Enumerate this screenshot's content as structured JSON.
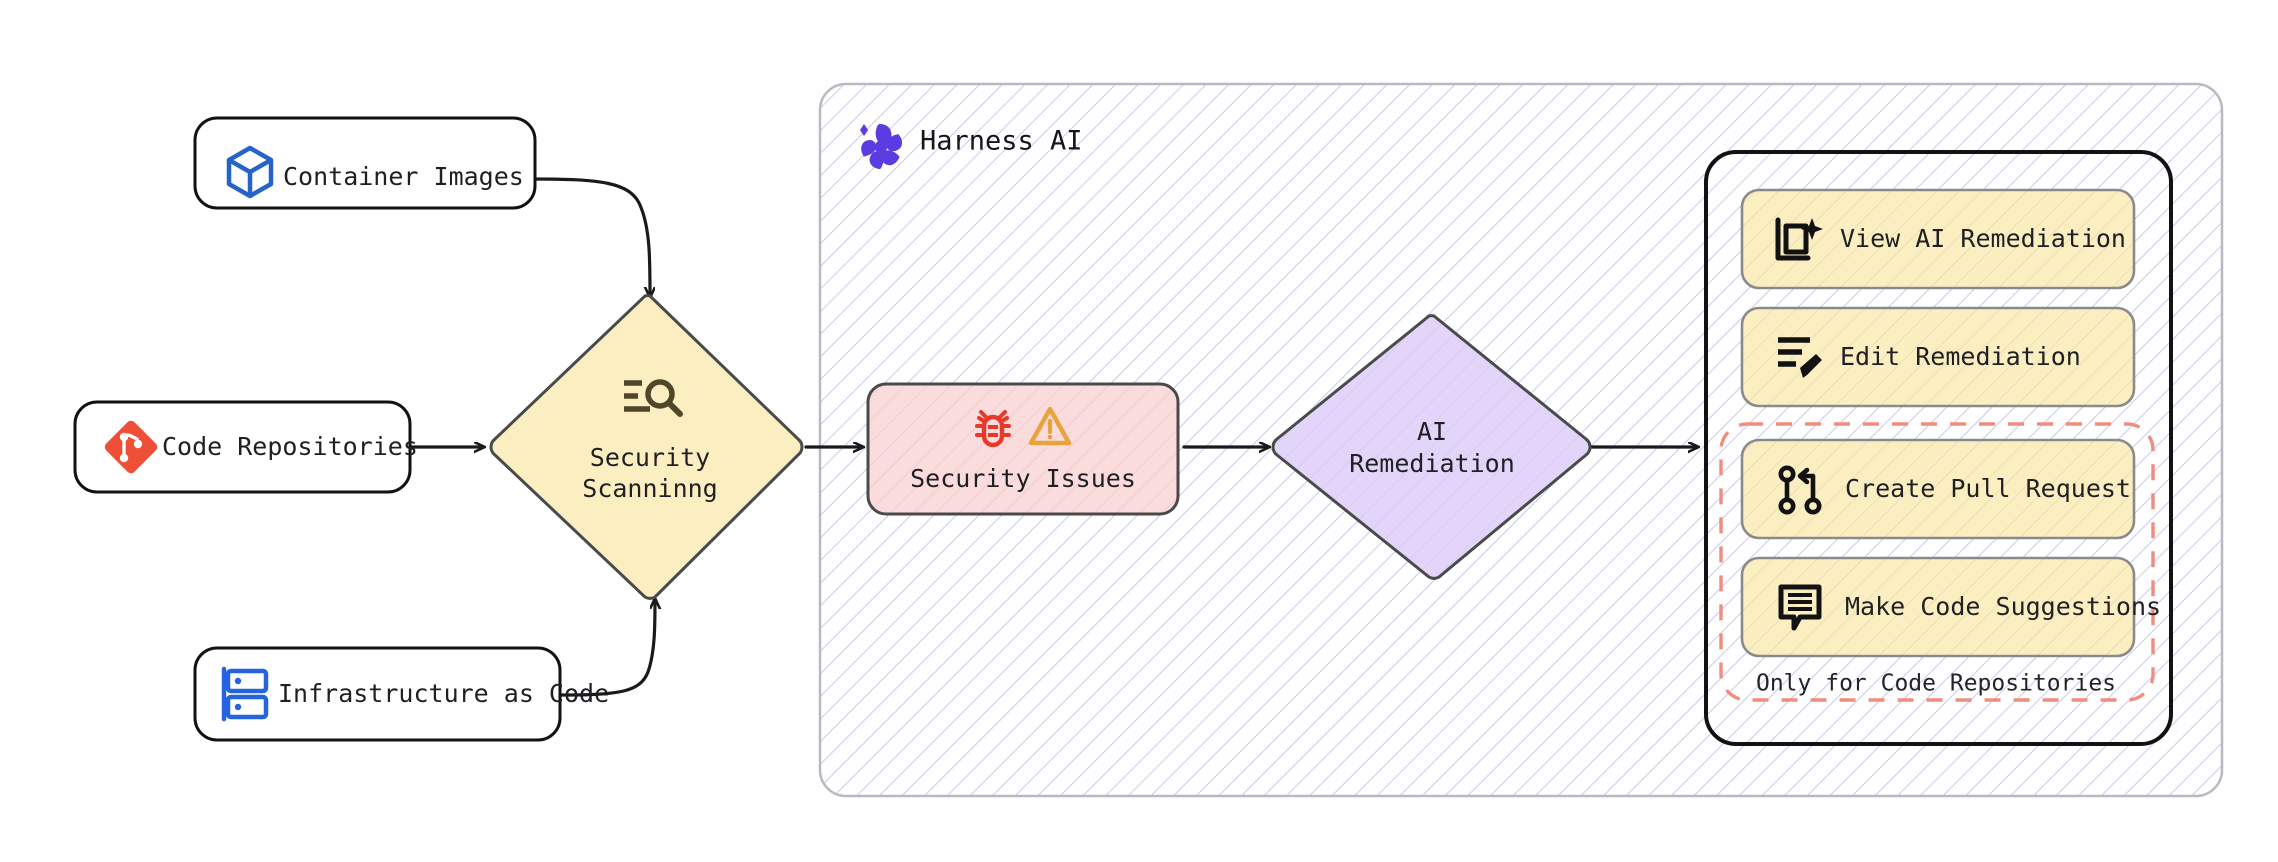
{
  "diagram": {
    "type": "flowchart",
    "direction": "left-to-right",
    "background": "#ffffff"
  },
  "sources": [
    {
      "id": "container-images",
      "label": "Container Images",
      "icon": "cube-icon",
      "icon_color": "#2563c9"
    },
    {
      "id": "code-repositories",
      "label": "Code Repositories",
      "icon": "git-icon",
      "icon_color": "#ef4f36"
    },
    {
      "id": "infrastructure-as-code",
      "label": "Infrastructure as Code",
      "icon": "server-stack-icon",
      "icon_color": "#2563e0"
    }
  ],
  "scanning": {
    "id": "security-scanning",
    "label_line1": "Security",
    "label_line2": "Scanninng",
    "icon": "document-search-icon",
    "icon_color": "#4f4729",
    "fill": "#fbefc2",
    "stroke": "#4a4a4a"
  },
  "harness": {
    "title": "Harness AI",
    "logo": "harness-pinwheel-logo",
    "logo_color": "#5b3ce0",
    "border": "#b9b9c4",
    "hatch_color": "#c9c9e8"
  },
  "issues": {
    "id": "security-issues",
    "label": "Security Issues",
    "icons": [
      "bug-icon",
      "warning-triangle-icon"
    ],
    "bug_color": "#e8382a",
    "warning_color": "#e8a33d",
    "fill": "#fadcdc",
    "stroke": "#4a4a4a"
  },
  "remediation": {
    "id": "ai-remediation",
    "label_line1": "AI",
    "label_line2": "Remediation",
    "fill": "#e3d5f9",
    "stroke": "#4a4a4a"
  },
  "actions": {
    "card_fill": "#fbefc2",
    "card_stroke": "#8a8a8a",
    "panel_stroke": "#121212",
    "dashed_stroke": "#ef8d7e",
    "items": [
      {
        "id": "view-ai-remediation",
        "label": "View AI Remediation",
        "icon": "document-sparkle-icon",
        "restricted": false
      },
      {
        "id": "edit-remediation",
        "label": "Edit Remediation",
        "icon": "lines-pencil-icon",
        "restricted": false
      },
      {
        "id": "create-pull-request",
        "label": "Create Pull Request",
        "icon": "git-pull-request-icon",
        "restricted": true
      },
      {
        "id": "make-code-suggestions",
        "label": "Make Code Suggestions",
        "icon": "comment-lines-icon",
        "restricted": true
      }
    ],
    "caption": "Only for Code Repositories"
  },
  "edges": [
    {
      "from": "container-images",
      "to": "security-scanning"
    },
    {
      "from": "code-repositories",
      "to": "security-scanning"
    },
    {
      "from": "infrastructure-as-code",
      "to": "security-scanning"
    },
    {
      "from": "security-scanning",
      "to": "security-issues"
    },
    {
      "from": "security-issues",
      "to": "ai-remediation"
    },
    {
      "from": "ai-remediation",
      "to": "actions-panel"
    }
  ]
}
